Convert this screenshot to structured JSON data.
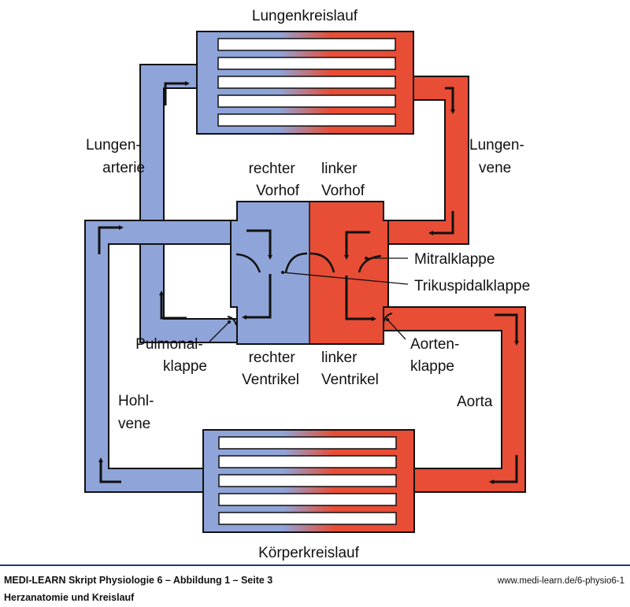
{
  "colors": {
    "venous_blue": "#8FA4D8",
    "arterial_red": "#E84D35",
    "outline": "#111111",
    "footer_rule": "#1E3C78"
  },
  "labels": {
    "pulmonary_circulation": "Lungenkreislauf",
    "systemic_circulation": "Körperkreislauf",
    "pulmonary_artery": [
      "Lungen-",
      "arterie"
    ],
    "pulmonary_vein": [
      "Lungen-",
      "vene"
    ],
    "right_atrium": [
      "rechter",
      "Vorhof"
    ],
    "left_atrium": [
      "linker",
      "Vorhof"
    ],
    "mitral_valve": "Mitralklappe",
    "tricuspid_valve": "Trikuspidalklappe",
    "pulmonary_valve": [
      "Pulmonal-",
      "klappe"
    ],
    "aortic_valve": [
      "Aorten-",
      "klappe"
    ],
    "right_ventricle": [
      "rechter",
      "Ventrikel"
    ],
    "left_ventricle": [
      "linker",
      "Ventrikel"
    ],
    "vena_cava": [
      "Hohl-",
      "vene"
    ],
    "aorta": "Aorta"
  },
  "footer": {
    "title": "MEDI-LEARN Skript Physiologie 6 – Abbildung 1 – Seite 3",
    "subtitle": "Herzanatomie und Kreislauf",
    "url": "www.medi-learn.de/6-physio6-1"
  }
}
